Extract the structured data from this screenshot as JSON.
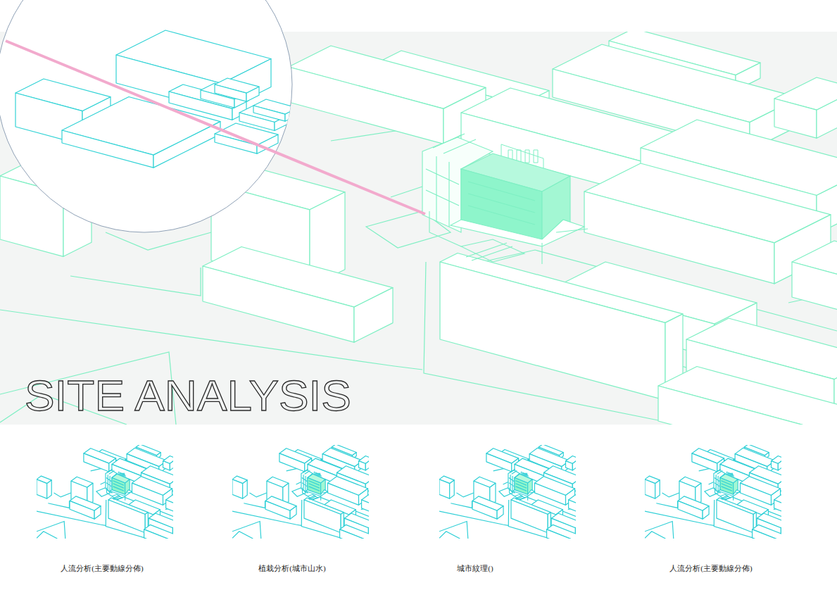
{
  "diagram": {
    "title": "SITE ANALYSIS",
    "labels": [
      "人流分析(主要動線分佈)",
      "植栽分析(城市山水)",
      "城市紋理()",
      "人流分析(主要動線分佈)"
    ]
  }
}
